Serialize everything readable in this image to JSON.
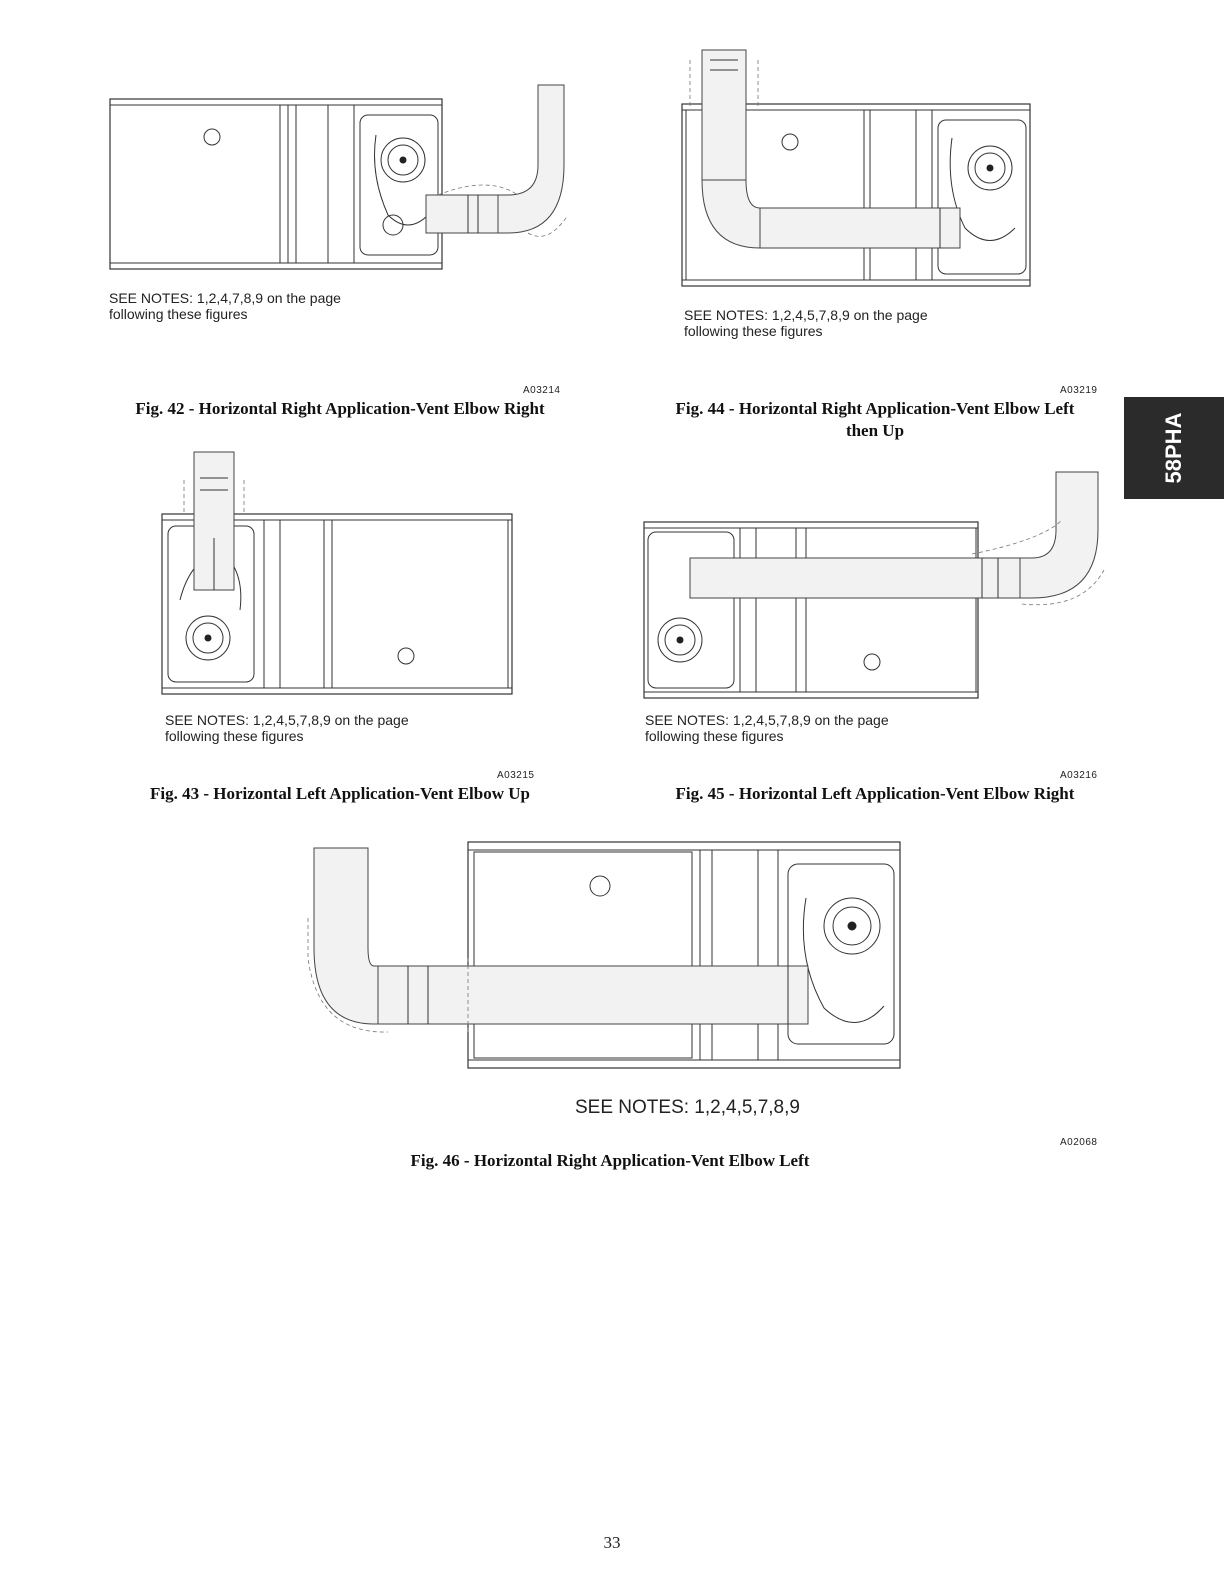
{
  "side_tab": {
    "label": "58PHA"
  },
  "figures": [
    {
      "id": "fig42",
      "notes_line1": "SEE NOTES: 1,2,4,7,8,9 on the page",
      "notes_line2": "following these figures",
      "code": "A03214",
      "caption": "Fig. 42 - Horizontal Right Application-Vent Elbow Right"
    },
    {
      "id": "fig44",
      "notes_line1": "SEE NOTES: 1,2,4,5,7,8,9 on the page",
      "notes_line2": "following these figures",
      "code": "A03219",
      "caption_line1": "Fig. 44 - Horizontal Right Application-Vent Elbow Left",
      "caption_line2": "then Up"
    },
    {
      "id": "fig43",
      "notes_line1": "SEE NOTES: 1,2,4,5,7,8,9 on the page",
      "notes_line2": "following these figures",
      "code": "A03215",
      "caption": "Fig. 43 - Horizontal Left Application-Vent Elbow Up"
    },
    {
      "id": "fig45",
      "notes_line1": "SEE NOTES: 1,2,4,5,7,8,9 on the page",
      "notes_line2": "following these figures",
      "code": "A03216",
      "caption": "Fig. 45 - Horizontal Left Application-Vent Elbow Right"
    },
    {
      "id": "fig46",
      "notes": "SEE NOTES: 1,2,4,5,7,8,9",
      "code": "A02068",
      "caption": "Fig. 46 - Horizontal Right Application-Vent Elbow Left"
    }
  ],
  "page_number": "33"
}
